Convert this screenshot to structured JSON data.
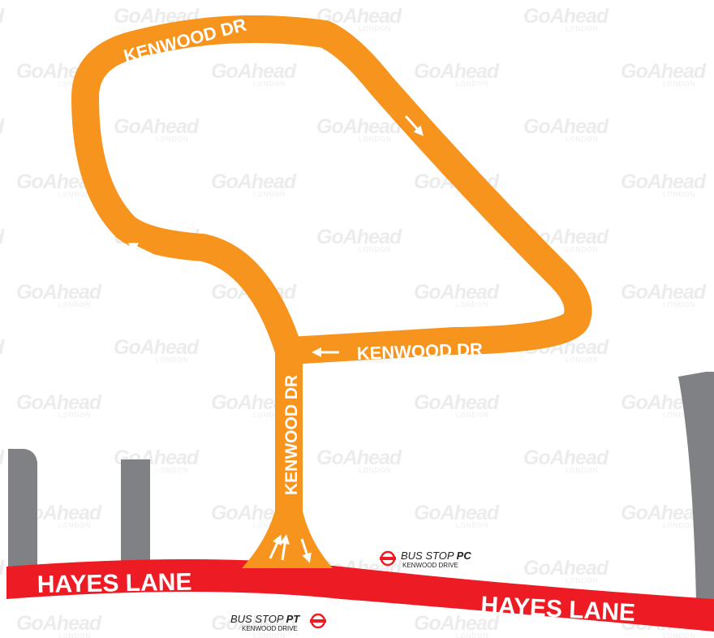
{
  "colors": {
    "route": "#f7941d",
    "main_road": "#ed1c24",
    "side_road": "#808184",
    "watermark": "#ececec",
    "label": "#ffffff",
    "stop_icon": "#ed1c24"
  },
  "watermark": {
    "brand": "GoAhead",
    "sub": "LONDON"
  },
  "roads": {
    "hayes_lane_left": "HAYES LANE",
    "hayes_lane_right": "HAYES LANE",
    "kenwood_top": "KENWOOD DR",
    "kenwood_middle": "KENWOOD DR",
    "kenwood_vertical": "KENWOOD DR"
  },
  "bus_stops": [
    {
      "prefix": "BUS STOP",
      "code": "PC",
      "street": "KENWOOD DRIVE",
      "icon": "bus-stop-roundel-icon"
    },
    {
      "prefix": "BUS STOP",
      "code": "PT",
      "street": "KENWOOD DRIVE",
      "icon": "bus-stop-roundel-icon"
    }
  ],
  "direction_arrows": [
    "arrow-icon",
    "arrow-icon",
    "arrow-icon",
    "arrow-icon",
    "arrow-icon"
  ]
}
